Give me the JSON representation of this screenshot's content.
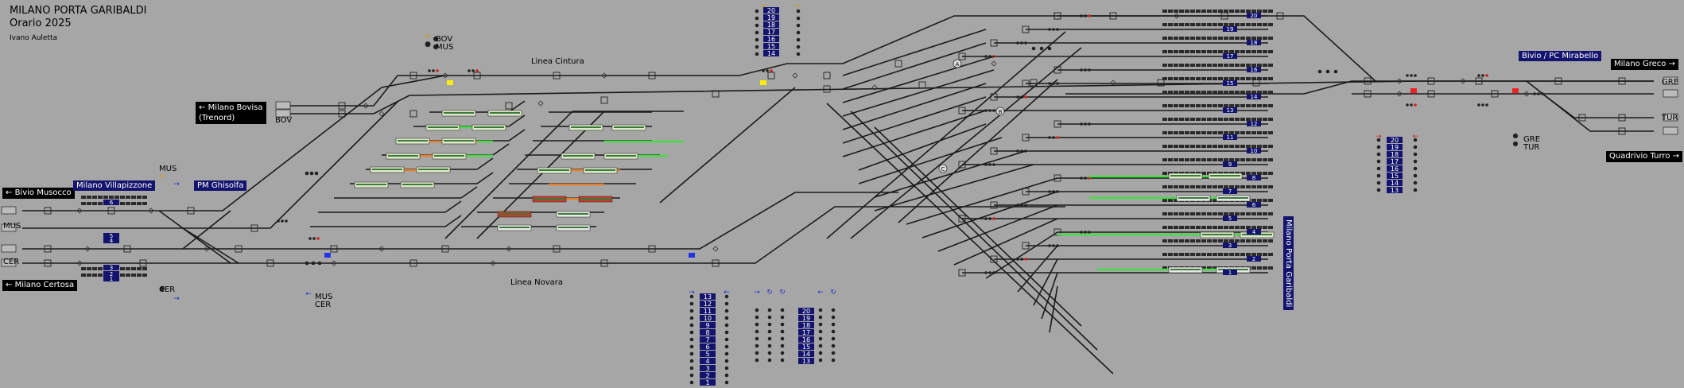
{
  "header": {
    "title": "MILANO PORTA GARIBALDI",
    "subtitle": "Orario 2025",
    "author": "Ivano Auletta"
  },
  "lines": {
    "cintura": "Linea Cintura",
    "novara": "Linea Novara"
  },
  "destinations": {
    "bovisa": "Milano Bovisa\n(Trenord)",
    "musocco": "Bivio Musocco",
    "villapizzone": "Milano Villapizzone",
    "ghisolfa": "PM Ghisolfa",
    "certosa": "Milano Certosa",
    "mirabello": "Bivio / PC Mirabello",
    "greco": "Milano Greco",
    "turro": "Quadrivio Turro",
    "station": "Milano Porta Garibaldi"
  },
  "track_labels": {
    "bov": "BOV",
    "mus": "MUS",
    "cer": "CER",
    "gre": "GRE",
    "tur": "TUR"
  },
  "legend_labels": {
    "top_bov": "BOV",
    "top_mus": "MUS",
    "left_mus": "MUS",
    "left_cer": "CER",
    "bottom_mus": "MUS",
    "bottom_cer": "CER",
    "right_gre": "GRE",
    "right_tur": "TUR"
  },
  "route_circles": [
    "A",
    "B",
    "C"
  ],
  "platform_numbers": [
    "20",
    "19",
    "18",
    "17",
    "16",
    "15",
    "14",
    "13",
    "12",
    "11",
    "10",
    "9",
    "8",
    "7",
    "6",
    "5",
    "4",
    "3",
    "2",
    "1"
  ],
  "mus_tracks": [
    "6",
    "5",
    "4",
    "3",
    "2",
    "1"
  ],
  "top_list": [
    "20",
    "19",
    "18",
    "17",
    "16",
    "15",
    "14"
  ],
  "bottom_list_a": [
    "13",
    "12",
    "11",
    "10",
    "9",
    "8",
    "7",
    "6",
    "5",
    "4",
    "3",
    "2",
    "1"
  ],
  "bottom_list_b": [
    "20",
    "19",
    "18",
    "17",
    "16",
    "15",
    "14",
    "13"
  ],
  "right_list": [
    "20",
    "19",
    "18",
    "17",
    "16",
    "15",
    "14",
    "13"
  ],
  "colors": {
    "background": "#a6a6a6",
    "track": "#1a1a1a",
    "route_green": "#44dd44",
    "route_orange": "#e8802a",
    "signal_red": "#ee2222",
    "signal_yellow": "#ffee00",
    "block_blue": "#2233ee",
    "panel_navy": "#14146e"
  }
}
